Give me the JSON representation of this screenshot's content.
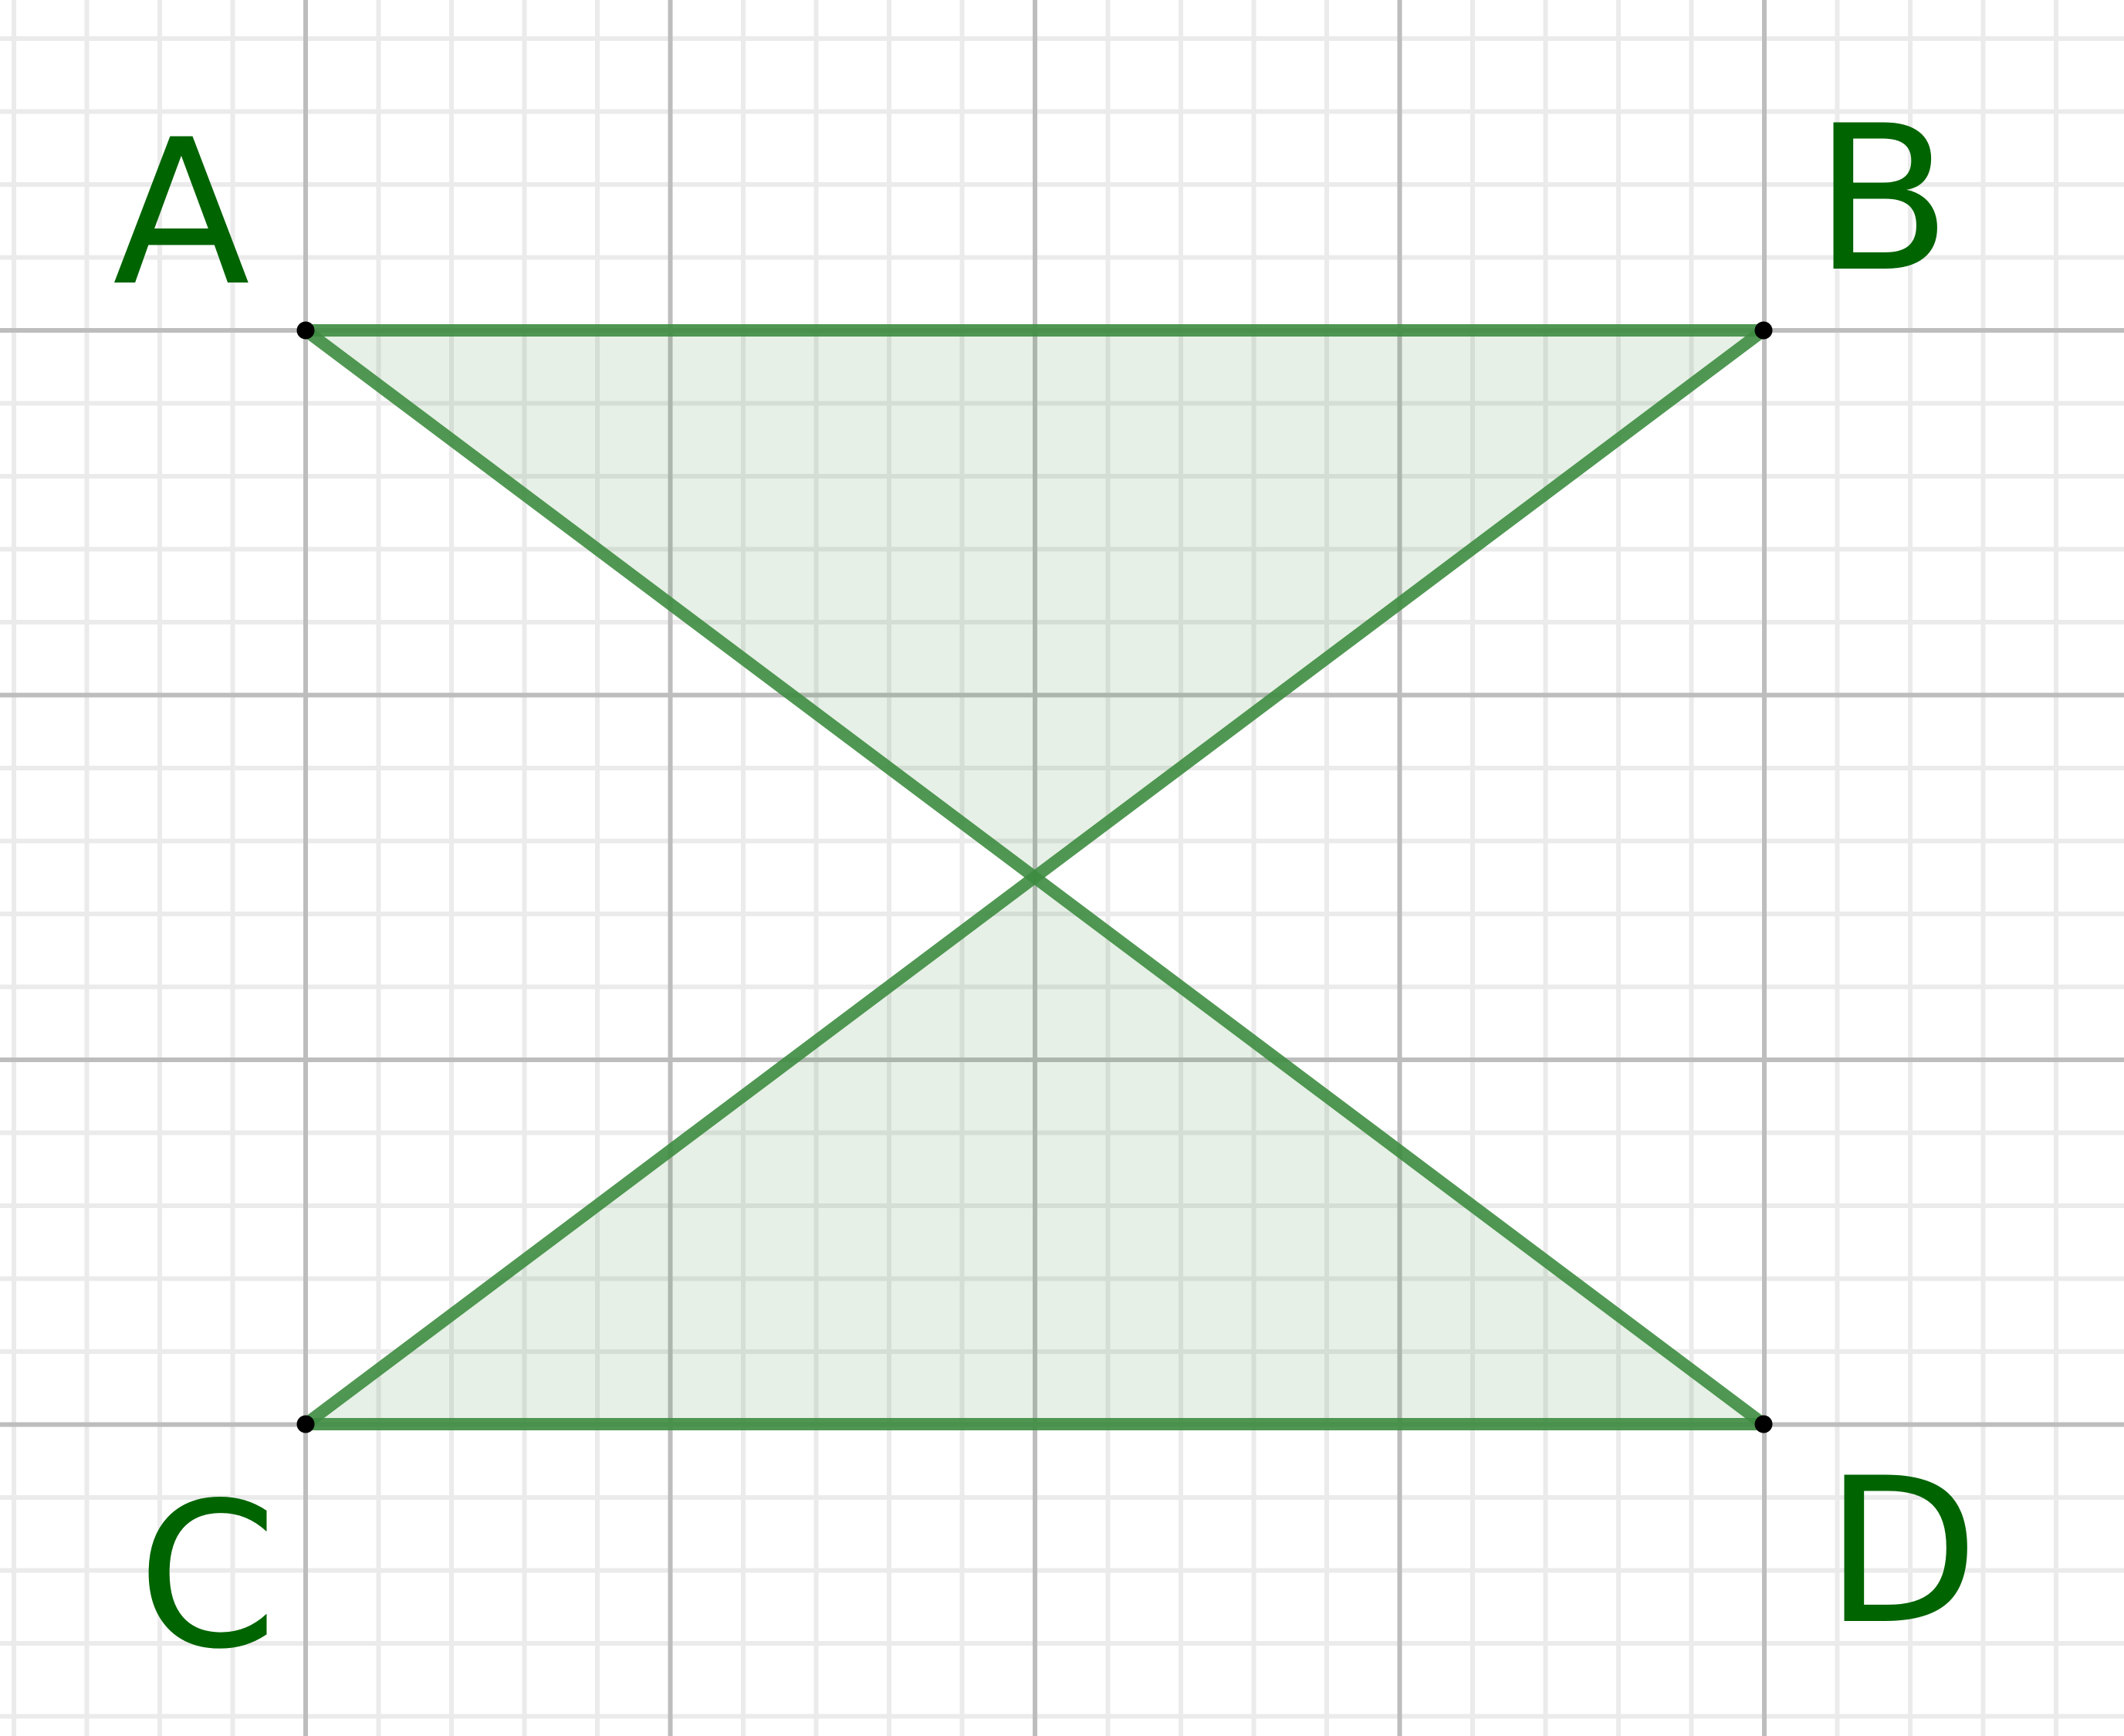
{
  "points": [
    {
      "id": "A",
      "label": "A"
    },
    {
      "id": "B",
      "label": "B"
    },
    {
      "id": "C",
      "label": "C"
    },
    {
      "id": "D",
      "label": "D"
    }
  ],
  "segments": [
    [
      "A",
      "B"
    ],
    [
      "B",
      "C"
    ],
    [
      "C",
      "D"
    ],
    [
      "D",
      "A"
    ]
  ],
  "colors": {
    "stroke": "#3d8c40",
    "fill": "#e5f0e5",
    "label": "#006400",
    "grid_major": "#bdbdbd",
    "grid_minor": "#ebebeb",
    "point_stroke": "#000000"
  }
}
